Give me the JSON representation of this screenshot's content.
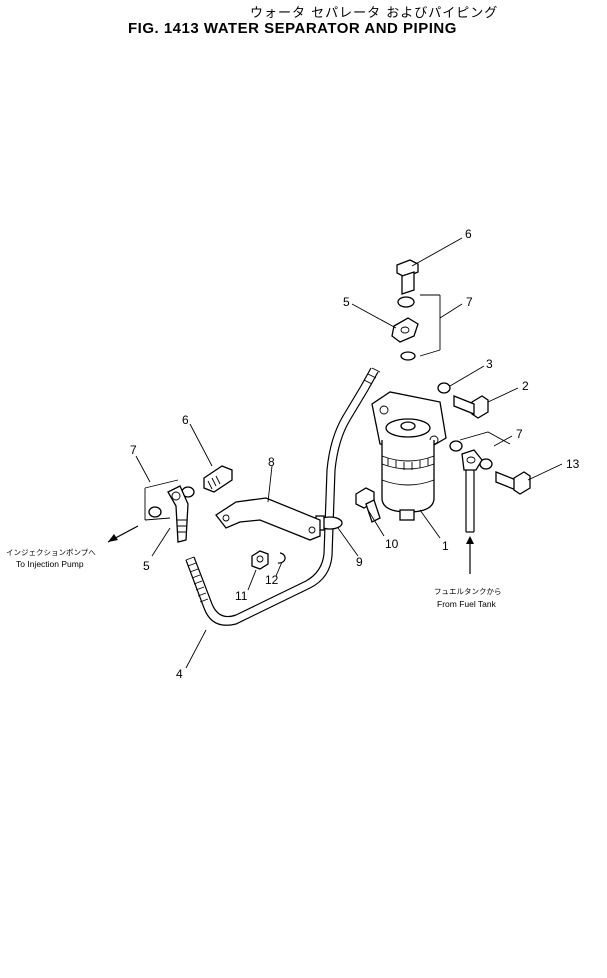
{
  "header": {
    "title_jp": "ウォータ セパレータ およびパイピング",
    "title_en": "FIG. 1413  WATER SEPARATOR AND PIPING"
  },
  "callouts": [
    {
      "id": "c6a",
      "label": "6"
    },
    {
      "id": "c5a",
      "label": "5"
    },
    {
      "id": "c7a",
      "label": "7"
    },
    {
      "id": "c3",
      "label": "3"
    },
    {
      "id": "c2",
      "label": "2"
    },
    {
      "id": "c7b",
      "label": "7"
    },
    {
      "id": "c13",
      "label": "13"
    },
    {
      "id": "c6b",
      "label": "6"
    },
    {
      "id": "c7c",
      "label": "7"
    },
    {
      "id": "c8",
      "label": "8"
    },
    {
      "id": "c5b",
      "label": "5"
    },
    {
      "id": "c10",
      "label": "10"
    },
    {
      "id": "c1",
      "label": "1"
    },
    {
      "id": "c9",
      "label": "9"
    },
    {
      "id": "c11",
      "label": "11"
    },
    {
      "id": "c12",
      "label": "12"
    },
    {
      "id": "c4",
      "label": "4"
    }
  ],
  "notes": {
    "injection_jp": "インジェクションポンプへ",
    "injection_en": "To Injection Pump",
    "tank_jp": "フュエルタンクから",
    "tank_en": "From Fuel Tank"
  }
}
